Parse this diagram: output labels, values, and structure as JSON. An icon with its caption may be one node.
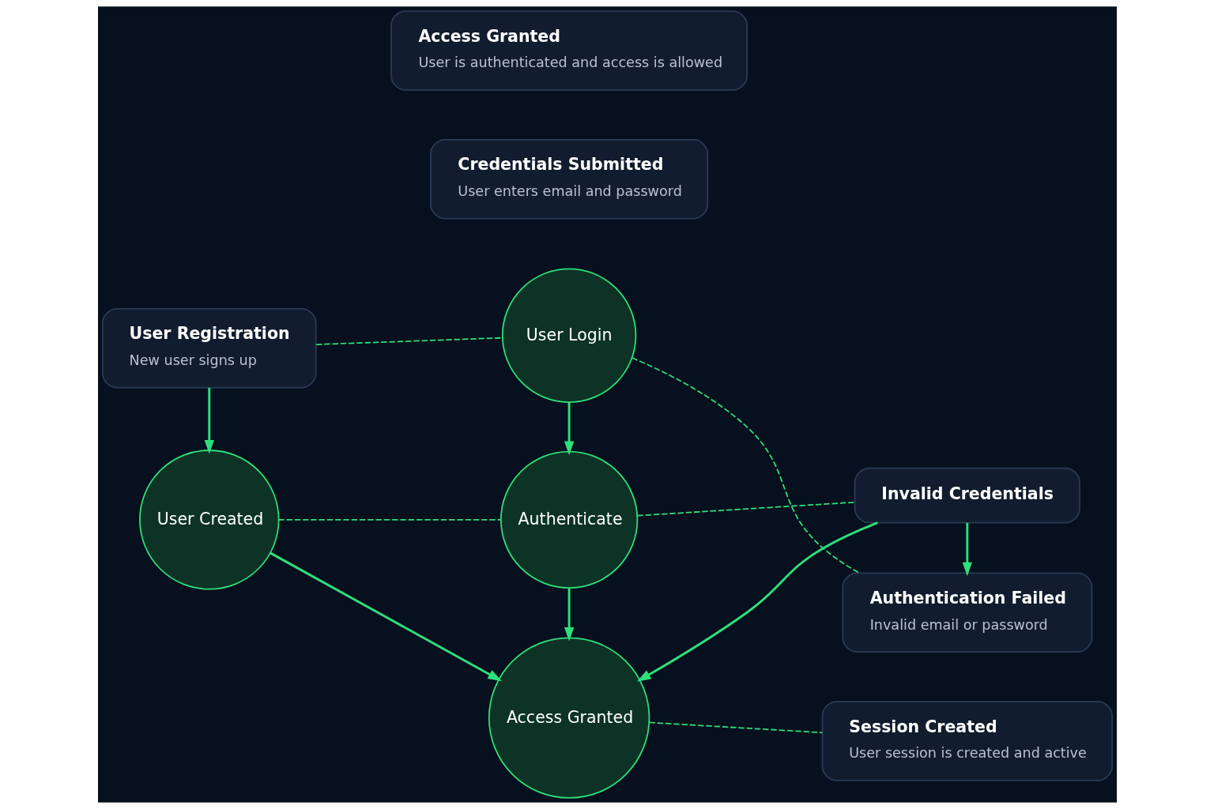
{
  "diagram": {
    "nodes": [
      {
        "text": [
          "User Registration",
          "New user signs up"
        ]
      },
      {
        "text": [
          "User Created"
        ]
      },
      {
        "text": [
          "Credentials Submitted",
          "User enters email and password"
        ]
      },
      {
        "text": [
          "User Login"
        ]
      },
      {
        "text": [
          "Authenticate"
        ]
      },
      {
        "text": [
          "Access Granted"
        ]
      },
      {
        "text": [
          "Access Granted",
          "User is authenticated and access is allowed"
        ]
      },
      {
        "text": [
          "Authentication Failed",
          "Invalid email or password"
        ]
      },
      {
        "text": [
          "Invalid Credentials"
        ]
      },
      {
        "text": [
          "Session Created",
          "User session is created and active"
        ]
      }
    ],
    "edges": [
      {
        "from": 0,
        "to": 1,
        "arrow": "to"
      },
      {
        "from": 0,
        "to": 3,
        "arrow": "none",
        "style": "dashed"
      },
      {
        "from": 1,
        "to": 4,
        "arrow": "none",
        "style": "dashed"
      },
      {
        "from": 3,
        "to": 4,
        "arrow": "to"
      },
      {
        "from": 1,
        "to": 5,
        "arrow": "to"
      },
      {
        "from": 4,
        "to": 5,
        "arrow": "to"
      },
      {
        "from": 3,
        "to": 7,
        "arrow": "none",
        "style": "dashed"
      },
      {
        "from": 4,
        "to": 8,
        "arrow": "none",
        "style": "dashed"
      },
      {
        "from": 8,
        "to": 7,
        "arrow": "to"
      },
      {
        "from": 8,
        "to": 5,
        "arrow": "to"
      },
      {
        "from": 5,
        "to": 9,
        "arrow": "none",
        "style": "dashed"
      }
    ]
  }
}
